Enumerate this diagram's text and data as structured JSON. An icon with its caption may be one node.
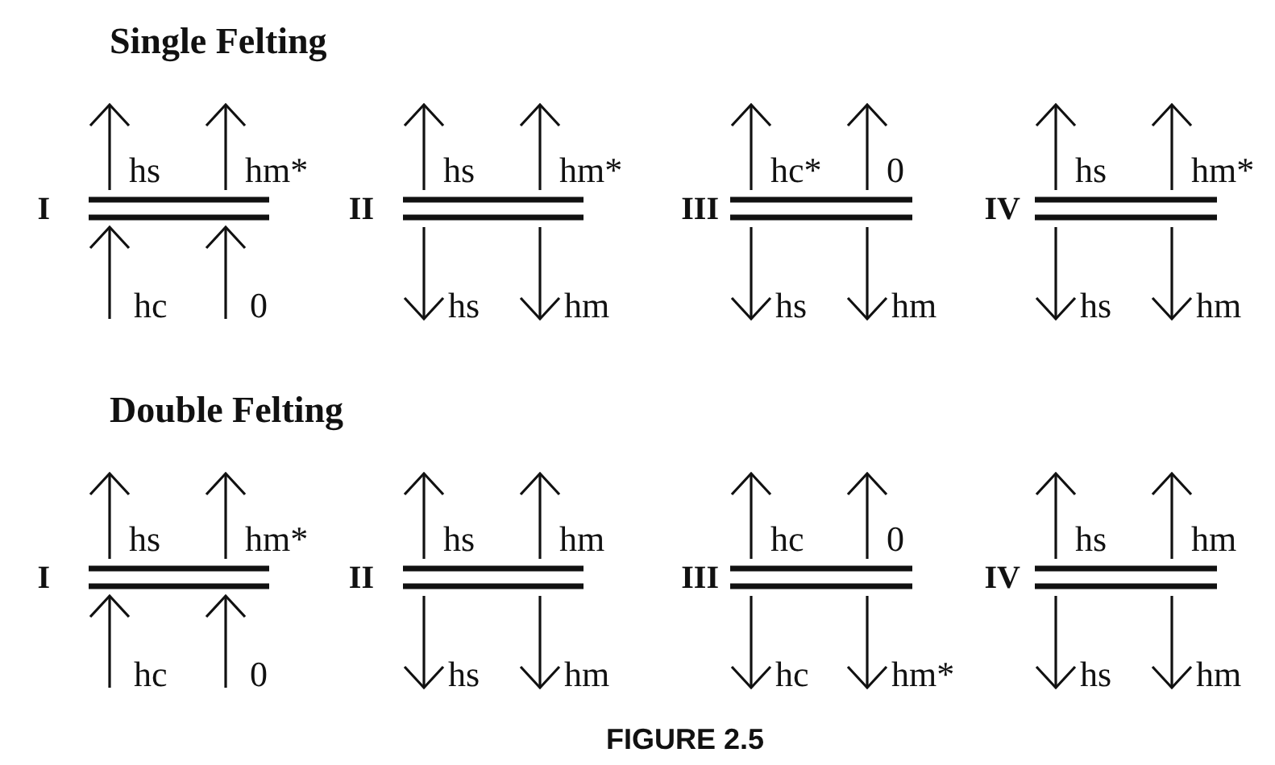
{
  "diagram": {
    "caption": "FIGURE 2.5",
    "nodes": [
      {
        "text": [],
        "shape": "bar",
        "beside": [
          "I"
        ]
      },
      {
        "text": [],
        "shape": "bar",
        "beside": [
          "II"
        ]
      },
      {
        "text": [],
        "shape": "bar",
        "beside": [
          "III"
        ]
      },
      {
        "text": [],
        "shape": "bar",
        "beside": [
          "IV"
        ]
      },
      {
        "text": [],
        "shape": "bar",
        "beside": [
          "I"
        ]
      },
      {
        "text": [],
        "shape": "bar",
        "beside": [
          "II"
        ]
      },
      {
        "text": [],
        "shape": "bar",
        "beside": [
          "III"
        ]
      },
      {
        "text": [],
        "shape": "bar",
        "beside": [
          "IV"
        ]
      }
    ],
    "edges": [
      {
        "from": 0,
        "to": null,
        "arrow": "to",
        "label": "hs"
      },
      {
        "from": 0,
        "to": null,
        "arrow": "to",
        "label": "hm*"
      },
      {
        "from": null,
        "to": 0,
        "arrow": "to",
        "label": "hc"
      },
      {
        "from": null,
        "to": 0,
        "arrow": "to",
        "label": "0"
      },
      {
        "from": 1,
        "to": null,
        "arrow": "to",
        "label": "hs"
      },
      {
        "from": 1,
        "to": null,
        "arrow": "to",
        "label": "hm*"
      },
      {
        "from": 1,
        "to": null,
        "arrow": "to",
        "label": "hs"
      },
      {
        "from": 1,
        "to": null,
        "arrow": "to",
        "label": "hm"
      },
      {
        "from": 2,
        "to": null,
        "arrow": "to",
        "label": "hc*"
      },
      {
        "from": 2,
        "to": null,
        "arrow": "to",
        "label": "0"
      },
      {
        "from": 2,
        "to": null,
        "arrow": "to",
        "label": "hs"
      },
      {
        "from": 2,
        "to": null,
        "arrow": "to",
        "label": "hm"
      },
      {
        "from": 3,
        "to": null,
        "arrow": "to",
        "label": "hs"
      },
      {
        "from": 3,
        "to": null,
        "arrow": "to",
        "label": "hm*"
      },
      {
        "from": 3,
        "to": null,
        "arrow": "to",
        "label": "hs"
      },
      {
        "from": 3,
        "to": null,
        "arrow": "to",
        "label": "hm"
      },
      {
        "from": 4,
        "to": null,
        "arrow": "to",
        "label": "hs"
      },
      {
        "from": 4,
        "to": null,
        "arrow": "to",
        "label": "hm*"
      },
      {
        "from": null,
        "to": 4,
        "arrow": "to",
        "label": "hc"
      },
      {
        "from": null,
        "to": 4,
        "arrow": "to",
        "label": "0"
      },
      {
        "from": 5,
        "to": null,
        "arrow": "to",
        "label": "hs"
      },
      {
        "from": 5,
        "to": null,
        "arrow": "to",
        "label": "hm"
      },
      {
        "from": 5,
        "to": null,
        "arrow": "to",
        "label": "hs"
      },
      {
        "from": 5,
        "to": null,
        "arrow": "to",
        "label": "hm"
      },
      {
        "from": 6,
        "to": null,
        "arrow": "to",
        "label": "hc"
      },
      {
        "from": 6,
        "to": null,
        "arrow": "to",
        "label": "0"
      },
      {
        "from": 6,
        "to": null,
        "arrow": "to",
        "label": "hc"
      },
      {
        "from": 6,
        "to": null,
        "arrow": "to",
        "label": "hm*"
      },
      {
        "from": 7,
        "to": null,
        "arrow": "to",
        "label": "hs"
      },
      {
        "from": 7,
        "to": null,
        "arrow": "to",
        "label": "hm"
      },
      {
        "from": 7,
        "to": null,
        "arrow": "to",
        "label": "hs"
      },
      {
        "from": 7,
        "to": null,
        "arrow": "to",
        "label": "hm"
      }
    ],
    "labels": [
      "Single Felting",
      "Double Felting"
    ]
  }
}
